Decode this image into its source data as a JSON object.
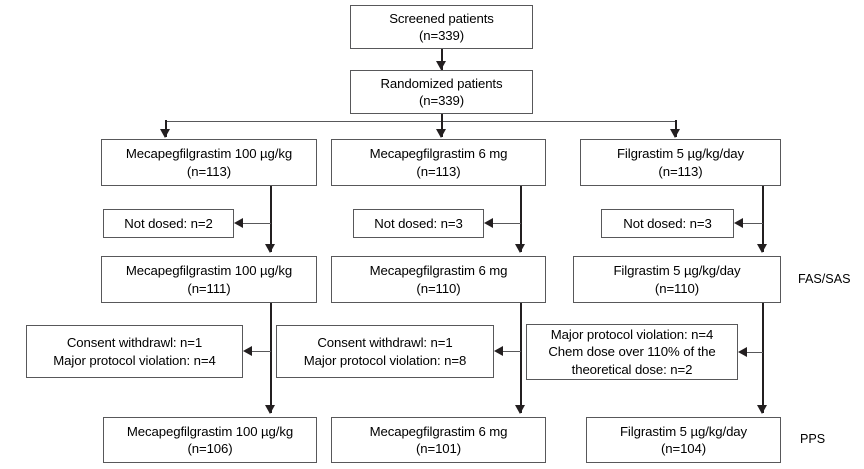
{
  "figure": {
    "type": "flowchart",
    "description": "CONSORT-style patient disposition flow diagram",
    "boxes": {
      "screened": {
        "line1": "Screened patients",
        "line2": "(n=339)"
      },
      "randomized": {
        "line1": "Randomized patients",
        "line2": "(n=339)"
      },
      "arm1_randomized": {
        "line1": "Mecapegfilgrastim 100 µg/kg",
        "line2": "(n=113)"
      },
      "arm2_randomized": {
        "line1": "Mecapegfilgrastim 6 mg",
        "line2": "(n=113)"
      },
      "arm3_randomized": {
        "line1": "Filgrastim 5 µg/kg/day",
        "line2": "(n=113)"
      },
      "arm1_notdosed": {
        "line1": "Not dosed: n=2"
      },
      "arm2_notdosed": {
        "line1": "Not dosed: n=3"
      },
      "arm3_notdosed": {
        "line1": "Not dosed: n=3"
      },
      "arm1_fas": {
        "line1": "Mecapegfilgrastim 100 µg/kg",
        "line2": "(n=111)"
      },
      "arm2_fas": {
        "line1": "Mecapegfilgrastim 6 mg",
        "line2": "(n=110)"
      },
      "arm3_fas": {
        "line1": "Filgrastim 5 µg/kg/day",
        "line2": "(n=110)"
      },
      "arm1_excluded": {
        "line1": "Consent withdrawl: n=1",
        "line2": "Major protocol violation: n=4"
      },
      "arm2_excluded": {
        "line1": "Consent withdrawl: n=1",
        "line2": "Major protocol violation: n=8"
      },
      "arm3_excluded": {
        "line1": "Major protocol violation: n=4",
        "line2": "Chem dose over 110% of the",
        "line3": "theoretical dose: n=2"
      },
      "arm1_pps": {
        "line1": "Mecapegfilgrastim 100 µg/kg",
        "line2": "(n=106)"
      },
      "arm2_pps": {
        "line1": "Mecapegfilgrastim 6 mg",
        "line2": "(n=101)"
      },
      "arm3_pps": {
        "line1": "Filgrastim 5 µg/kg/day",
        "line2": "(n=104)"
      }
    },
    "side_labels": {
      "fas_sas": "FAS/SAS",
      "pps": "PPS"
    },
    "colors": {
      "box_border": "#58585a",
      "connector": "#231f20",
      "text": "#000000",
      "background": "#ffffff"
    }
  }
}
